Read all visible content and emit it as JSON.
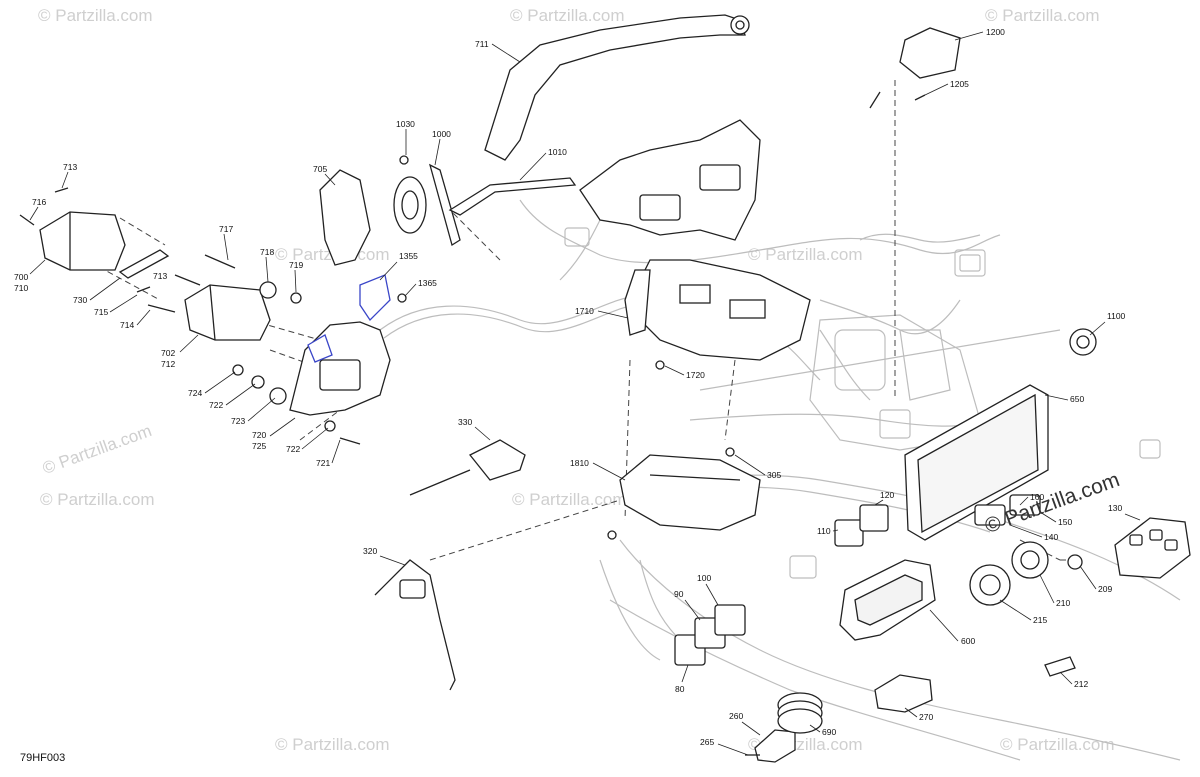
{
  "diagram": {
    "code": "79HF003",
    "watermarks": [
      "© Partzilla.com",
      "© Partzilla.com",
      "© Partzilla.com",
      "© Partzilla.com",
      "© Partzilla.com",
      "© Partzilla.com",
      "© Partzilla.com",
      "© Partzilla.com",
      "© Partzilla.com",
      "© Partzilla.com",
      "© Partzilla.com"
    ],
    "watermark_main": "© Partzilla.com",
    "callouts": [
      {
        "id": "711"
      },
      {
        "id": "1200"
      },
      {
        "id": "1205"
      },
      {
        "id": "1030"
      },
      {
        "id": "1000"
      },
      {
        "id": "1010"
      },
      {
        "id": "705"
      },
      {
        "id": "713"
      },
      {
        "id": "716"
      },
      {
        "id": "717"
      },
      {
        "id": "718"
      },
      {
        "id": "719"
      },
      {
        "id": "1355"
      },
      {
        "id": "1365"
      },
      {
        "id": "700"
      },
      {
        "id": "710"
      },
      {
        "id": "730"
      },
      {
        "id": "715"
      },
      {
        "id": "713"
      },
      {
        "id": "714"
      },
      {
        "id": "702"
      },
      {
        "id": "712"
      },
      {
        "id": "1710"
      },
      {
        "id": "1720"
      },
      {
        "id": "1100"
      },
      {
        "id": "724"
      },
      {
        "id": "722"
      },
      {
        "id": "723"
      },
      {
        "id": "720"
      },
      {
        "id": "725"
      },
      {
        "id": "722"
      },
      {
        "id": "721"
      },
      {
        "id": "650"
      },
      {
        "id": "330"
      },
      {
        "id": "1810"
      },
      {
        "id": "305"
      },
      {
        "id": "160"
      },
      {
        "id": "120"
      },
      {
        "id": "150"
      },
      {
        "id": "110"
      },
      {
        "id": "140"
      },
      {
        "id": "130"
      },
      {
        "id": "320"
      },
      {
        "id": "209"
      },
      {
        "id": "210"
      },
      {
        "id": "90"
      },
      {
        "id": "100"
      },
      {
        "id": "215"
      },
      {
        "id": "600"
      },
      {
        "id": "212"
      },
      {
        "id": "80"
      },
      {
        "id": "270"
      },
      {
        "id": "260"
      },
      {
        "id": "690"
      },
      {
        "id": "265"
      }
    ]
  }
}
